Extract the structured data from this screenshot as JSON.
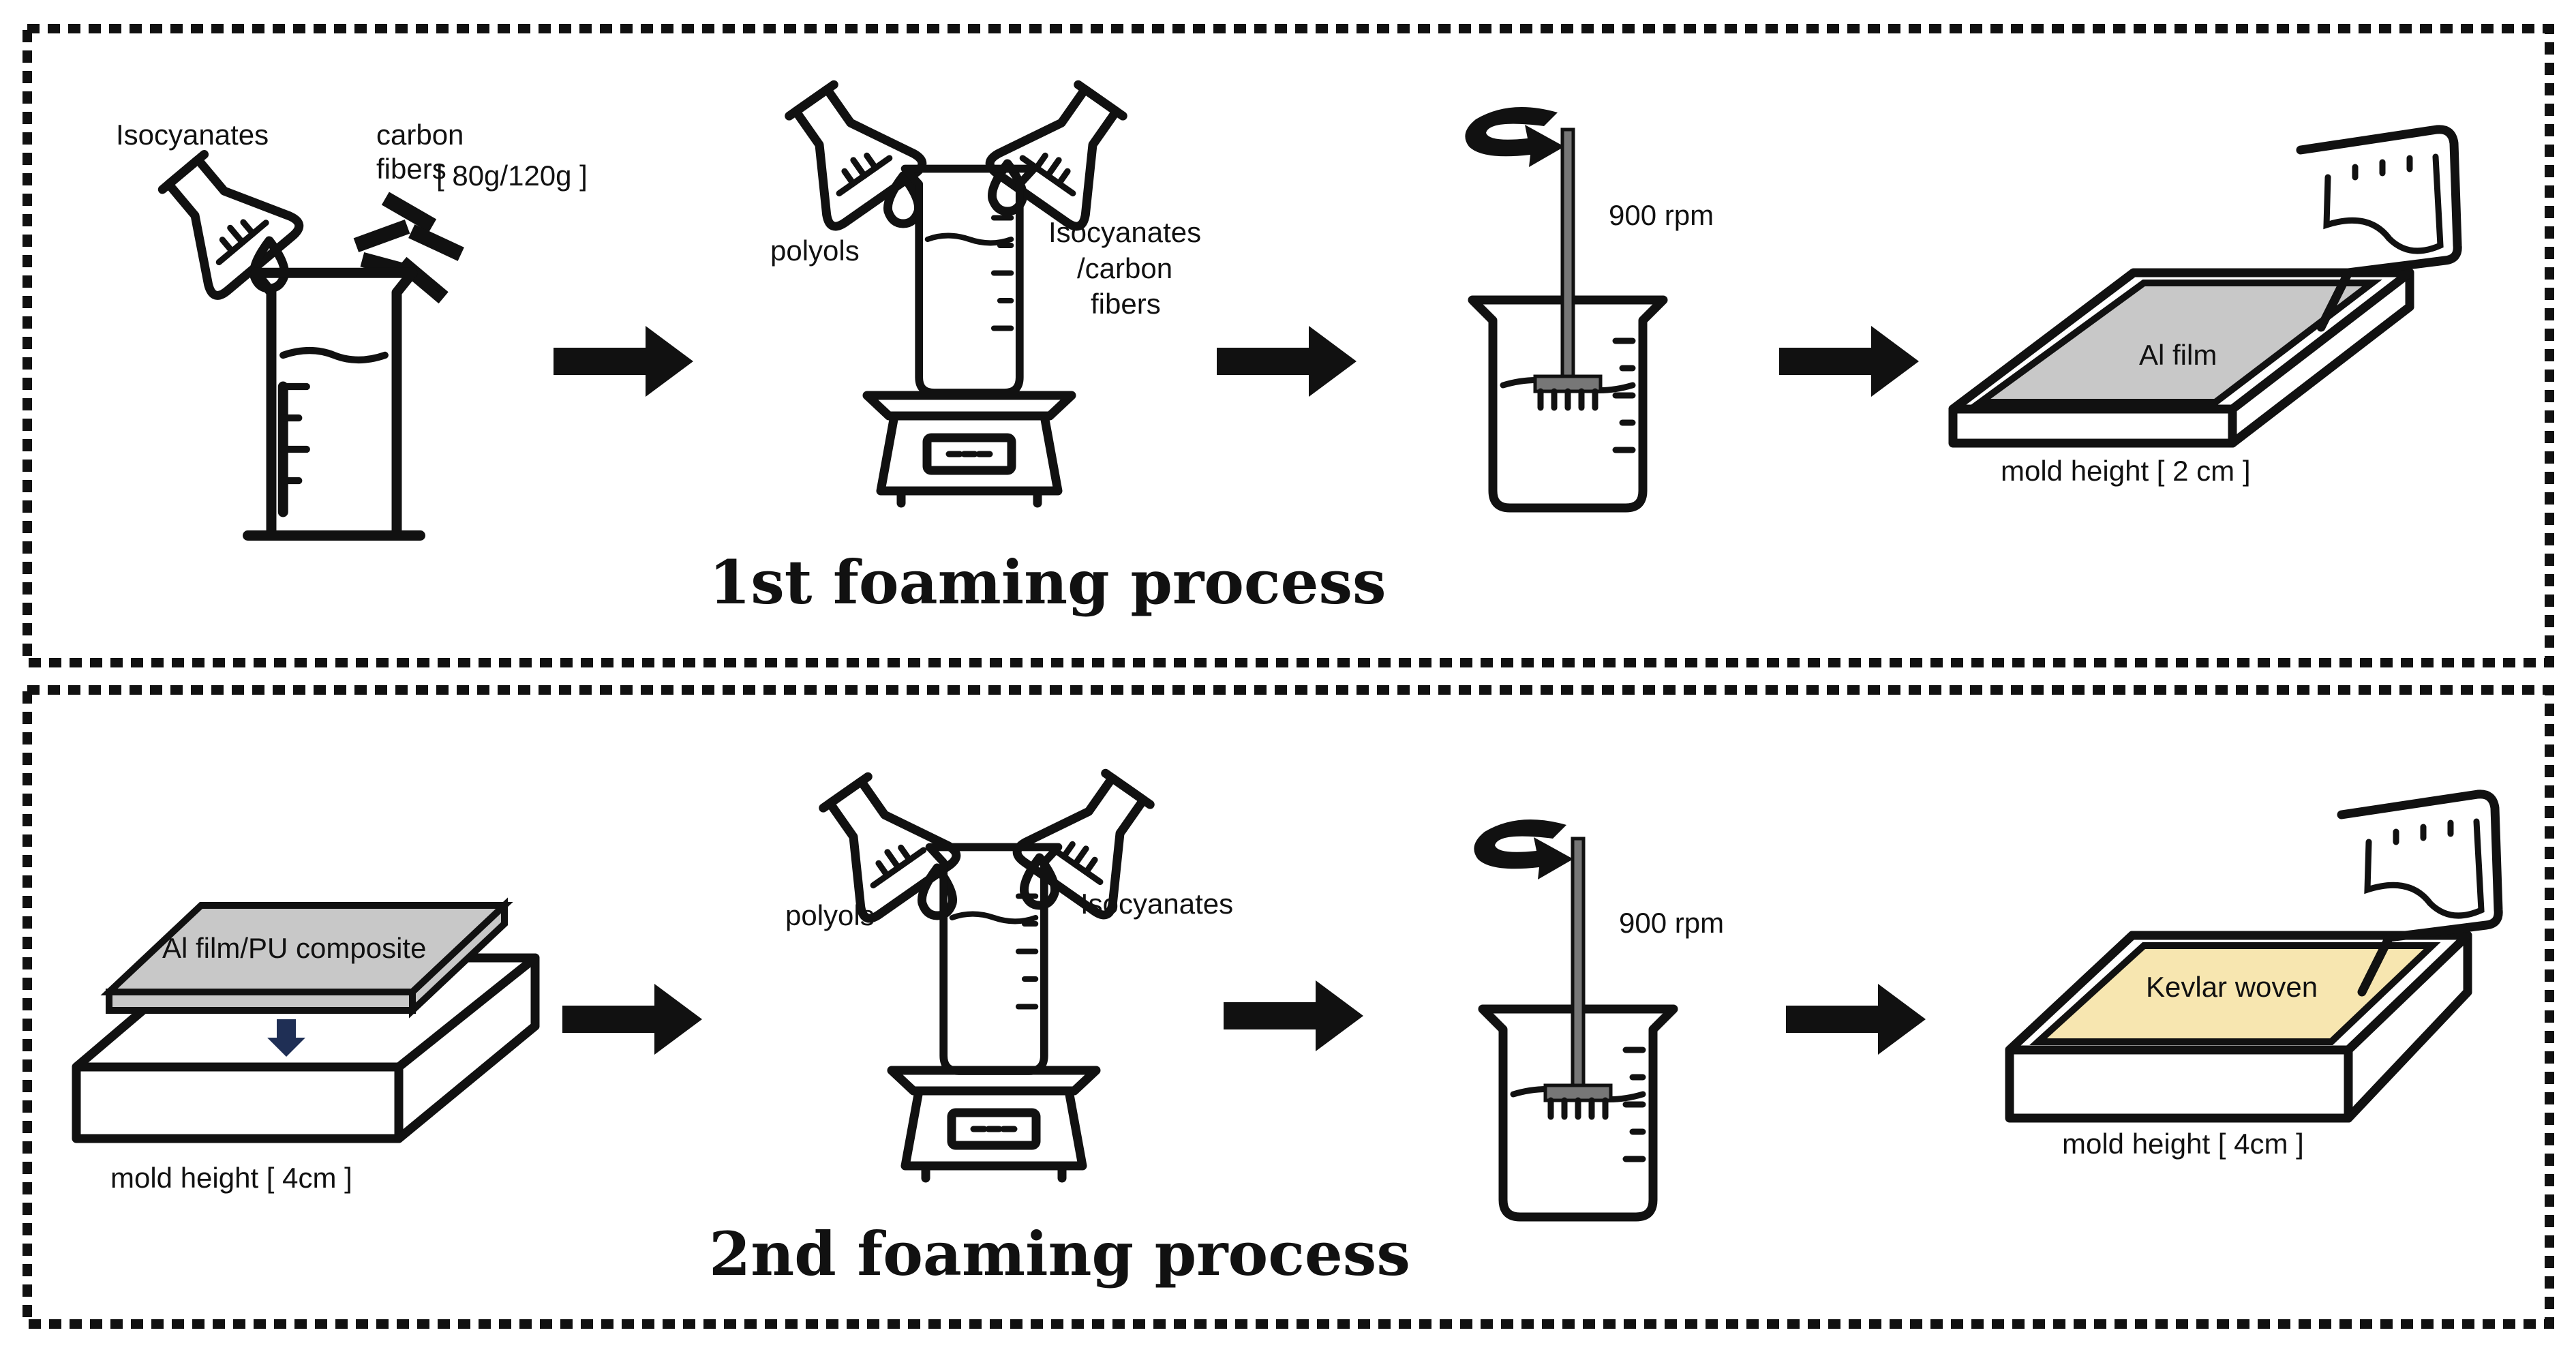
{
  "panel1": {
    "title": "1st foaming process",
    "isocyanates": "Isocyanates",
    "carbon": "carbon",
    "fibers": "fibers",
    "fiber_amount": "[ 80g/120g ]",
    "polyols": "polyols",
    "iso_carbon_1": "Isocyanates",
    "iso_carbon_2": "/carbon",
    "iso_carbon_3": "fibers",
    "rpm": "900 rpm",
    "al_film": "Al film",
    "mold_height": "mold height [ 2 cm ]"
  },
  "panel2": {
    "title": "2nd foaming process",
    "composite": "Al film/PU composite",
    "mold_height_left": "mold height [ 4cm ]",
    "polyols": "polyols",
    "isocyanates": "Isocyanates",
    "rpm": "900 rpm",
    "kevlar": "Kevlar woven",
    "mold_height_right": "mold height [ 4cm ]"
  },
  "colors": {
    "al_film": "#c8c8c8",
    "kevlar": "#f7e6b0",
    "ink": "#111111",
    "border": "#111111"
  }
}
